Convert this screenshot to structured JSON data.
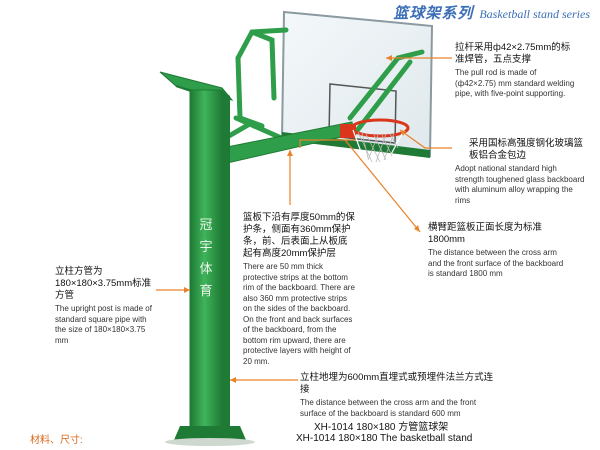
{
  "header": {
    "title_cn": "篮球架系列",
    "title_en": "Basketball stand series"
  },
  "notes": {
    "pull_rod": {
      "cn": "拉杆采用ф42×2.75mm的标准焊管，五点支撑",
      "en": "The pull rod is made of (ф42×2.75) mm standard welding pipe, with five-point supporting."
    },
    "rim": {
      "cn": "采用国标高强度钢化玻璃篮板铝合金包边",
      "en": "Adopt national standard high strength toughened glass backboard with aluminum alloy wrapping the rims"
    },
    "backboard": {
      "cn": "篮板下沿有厚度50mm的保护条，侧面有360mm保护条，前、后表面上从板底起有高度20mm保护层",
      "en": "There are 50 mm thick protective strips at the bottom rim of the backboard. There are also 360 mm protective strips on the sides of the backboard. On the front and back surfaces of the backboard, from the bottom rim upward, there are protective layers with height of 20 mm."
    },
    "arm": {
      "cn": "横臂距篮板正面长度为标准1800mm",
      "en": "The distance between the cross arm and the front surface of the backboard is standard 1800 mm"
    },
    "post": {
      "cn": "立柱方管为180×180×3.75mm标准方管",
      "en": "The upright post is made of standard square pipe with the size of 180×180×3.75 mm"
    },
    "buried": {
      "cn": "立柱地埋为600mm直埋式或预埋件法兰方式连接",
      "en": "The distance between the cross arm and the front surface of the backboard is standard 600 mm"
    }
  },
  "post_text": [
    "冠",
    "宇",
    "体",
    "育"
  ],
  "caption": {
    "cn": "XH-1014 180×180 方管篮球架",
    "en": "XH-1014 180×180 The basketball stand"
  },
  "footer": "材料、尺寸:",
  "colors": {
    "post": "#2f9e4a",
    "post_dark": "#1e7a34",
    "rim": "#d9361c",
    "leader": "#e8832a",
    "header": "#3b6fb6"
  }
}
